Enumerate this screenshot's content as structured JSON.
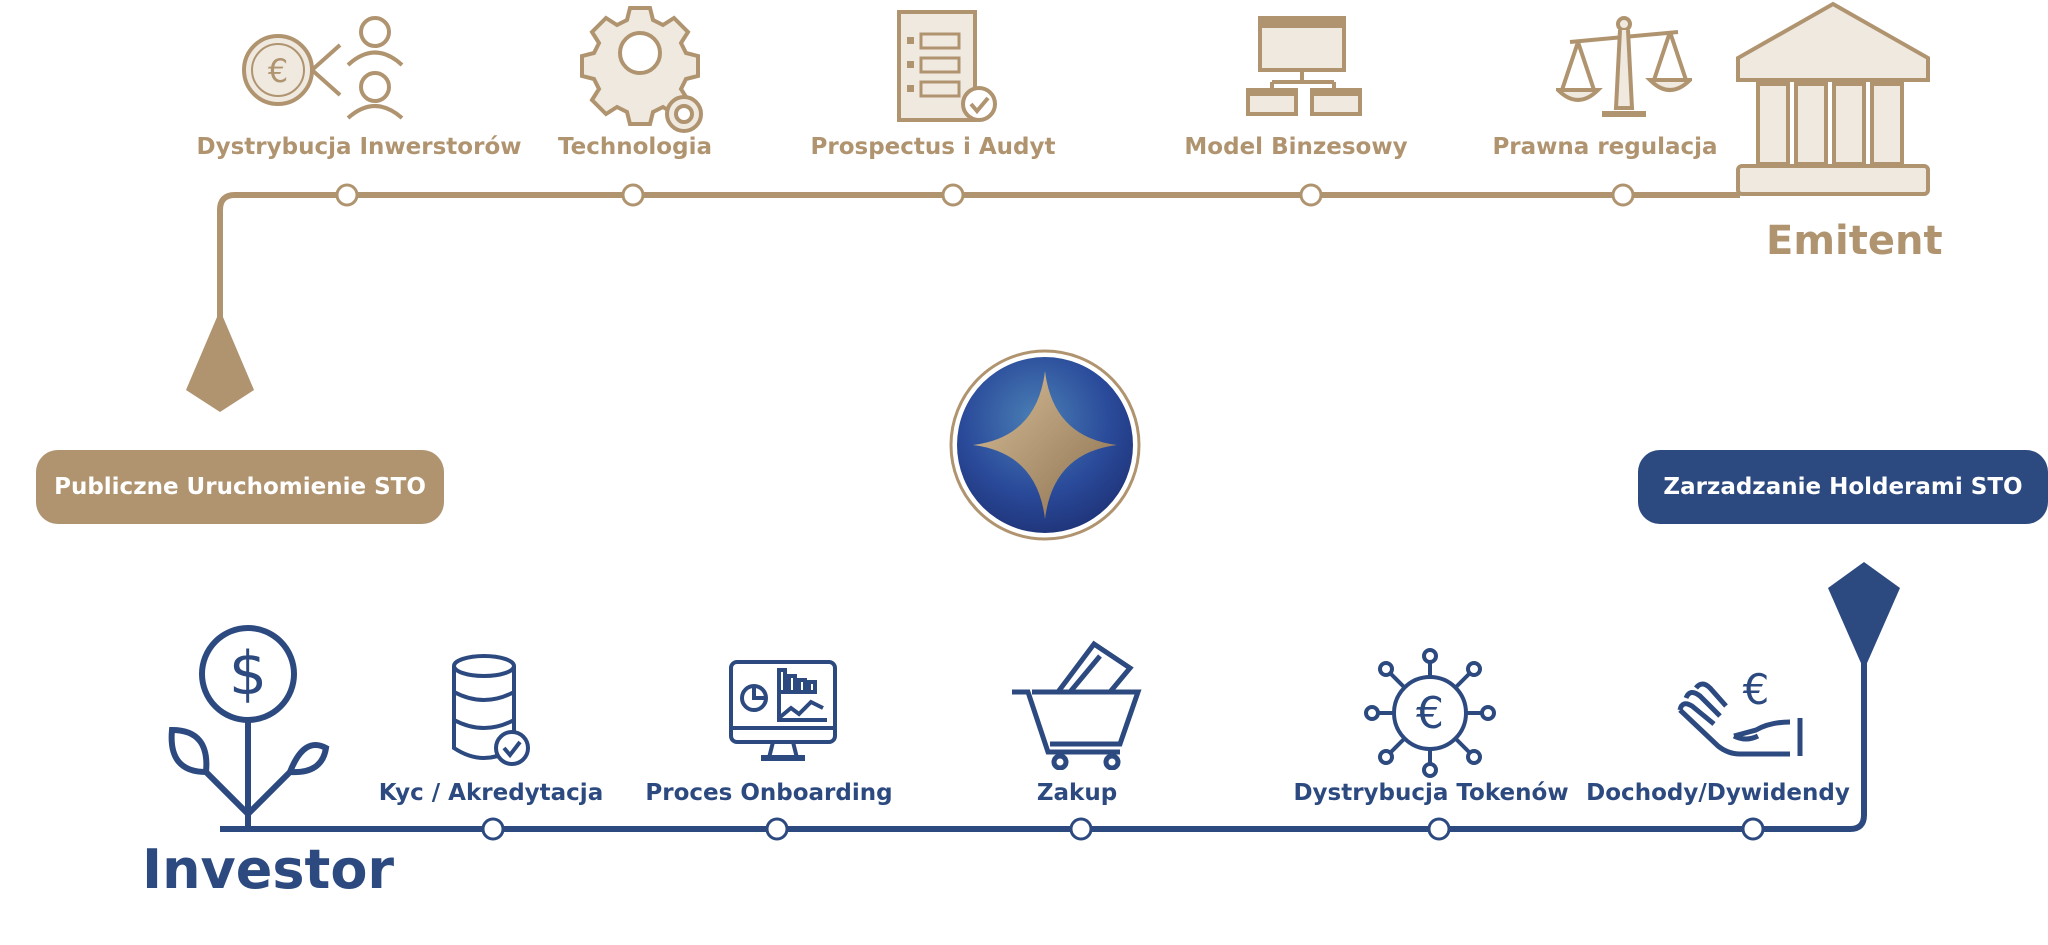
{
  "top_steps": [
    {
      "label": "Dystrybucja Inwerstorów",
      "icon": "euro-distribution-icon"
    },
    {
      "label": "Technologia",
      "icon": "gears-icon"
    },
    {
      "label": "Prospectus i Audyt",
      "icon": "document-check-icon"
    },
    {
      "label": "Model Binzesowy",
      "icon": "org-chart-icon"
    },
    {
      "label": "Prawna regulacja",
      "icon": "scales-icon"
    }
  ],
  "issuer": {
    "label": "Emitent",
    "icon": "bank-building-icon"
  },
  "left_box": {
    "label": "Publiczne Uruchomienie STO"
  },
  "right_box": {
    "label": "Zarzadzanie Holderami STO"
  },
  "center_logo": {
    "icon": "star-logo-icon"
  },
  "bottom_steps": [
    {
      "label": "Kyc / Akredytacja",
      "icon": "database-check-icon"
    },
    {
      "label": "Proces Onboarding",
      "icon": "analytics-monitor-icon"
    },
    {
      "label": "Zakup",
      "icon": "shopping-cart-icon"
    },
    {
      "label": "Dystrybucja Tokenów",
      "icon": "euro-network-icon"
    },
    {
      "label": "Dochody/Dywidendy",
      "icon": "hand-euro-icon"
    }
  ],
  "investor": {
    "label": "Investor",
    "icon": "money-plant-icon"
  },
  "colors": {
    "gold": "#b09470",
    "blue": "#2c4a80",
    "gold_fill": "#efe9e0"
  }
}
